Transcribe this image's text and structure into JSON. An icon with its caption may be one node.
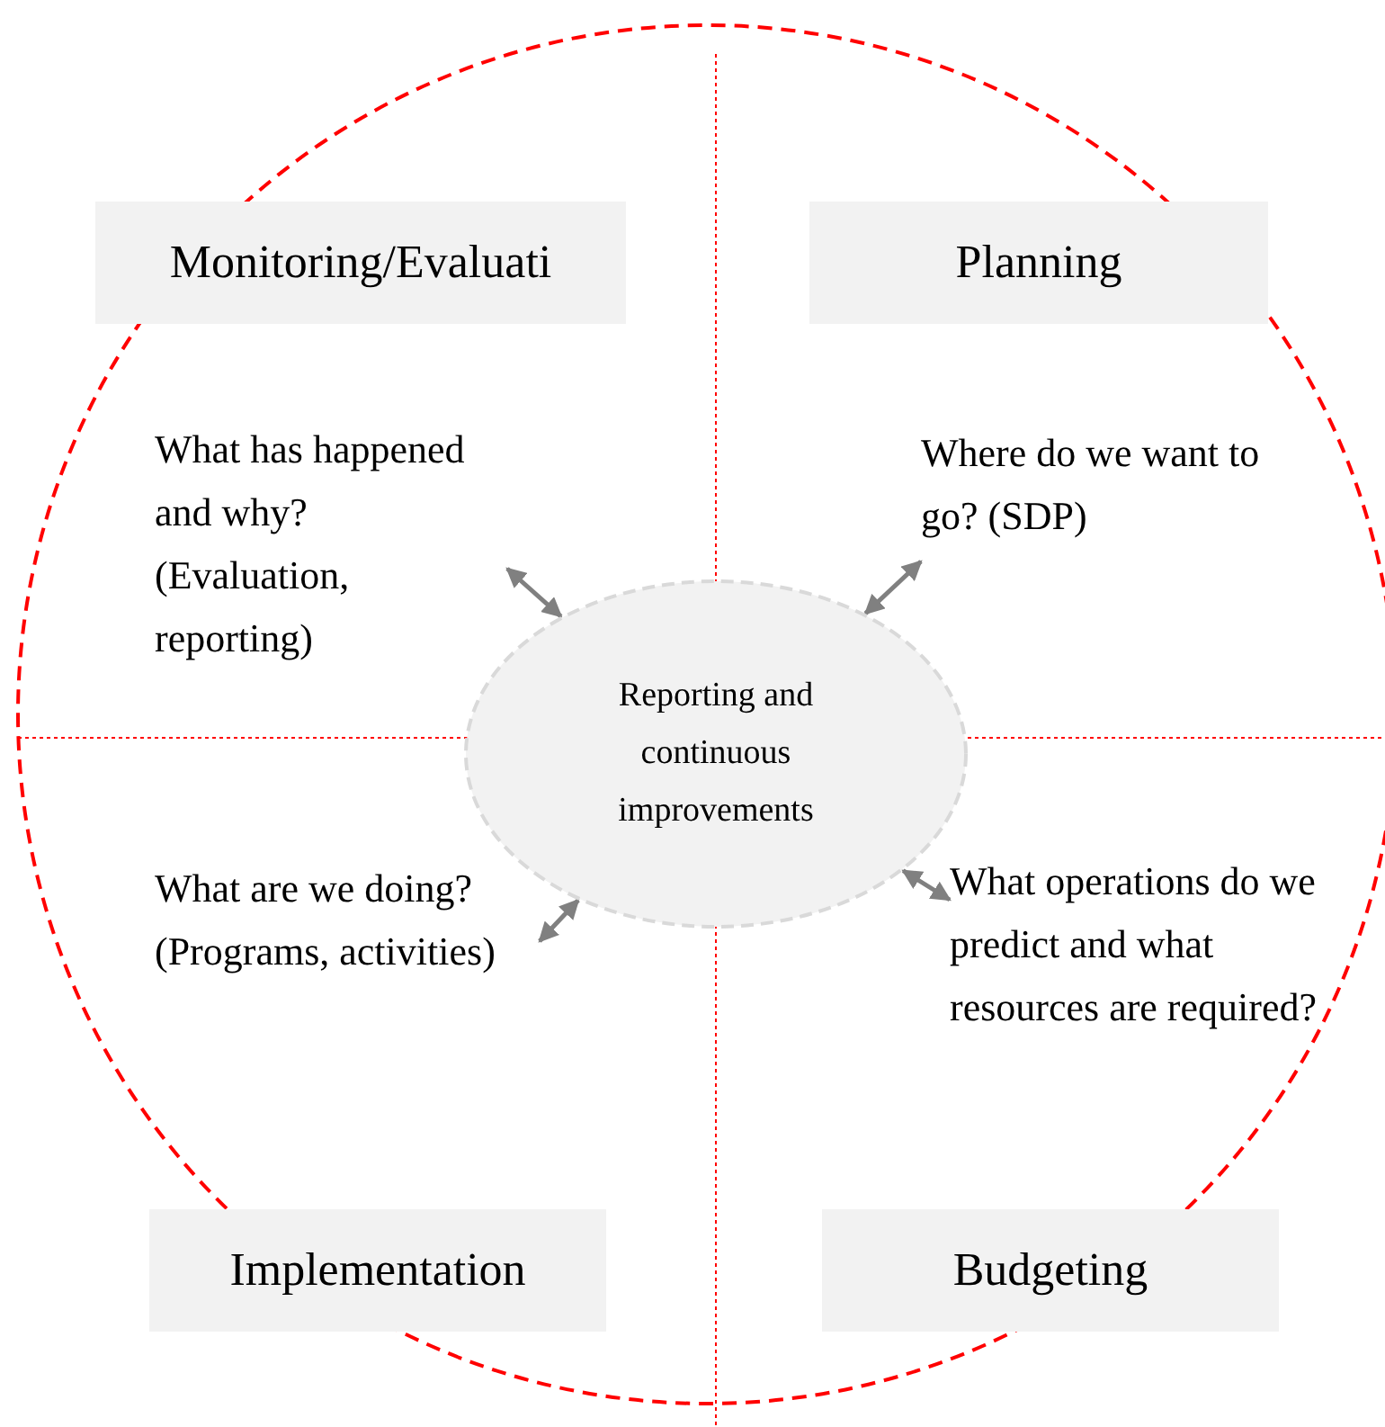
{
  "diagram": {
    "nodes": [
      {
        "text": [
          "Monitoring/Evaluati"
        ]
      },
      {
        "text": [
          "Planning"
        ]
      },
      {
        "text": [
          "Implementation"
        ]
      },
      {
        "text": [
          "Budgeting"
        ]
      },
      {
        "text": [
          "Reporting and continuous improvements"
        ]
      },
      {
        "text": [
          "What has happened and why? (Evaluation, reporting)"
        ]
      },
      {
        "text": [
          "Where do we want to go? (SDP)"
        ]
      },
      {
        "text": [
          "What are we doing? (Programs, activities)"
        ]
      },
      {
        "text": [
          "What operations do we predict and what resources are required?"
        ]
      }
    ],
    "edges": [
      {
        "from": 5,
        "to": 4,
        "arrow": "both"
      },
      {
        "from": 4,
        "to": 6,
        "arrow": "both"
      },
      {
        "from": 4,
        "to": 7,
        "arrow": "both"
      },
      {
        "from": 4,
        "to": 8,
        "arrow": "both"
      }
    ]
  }
}
